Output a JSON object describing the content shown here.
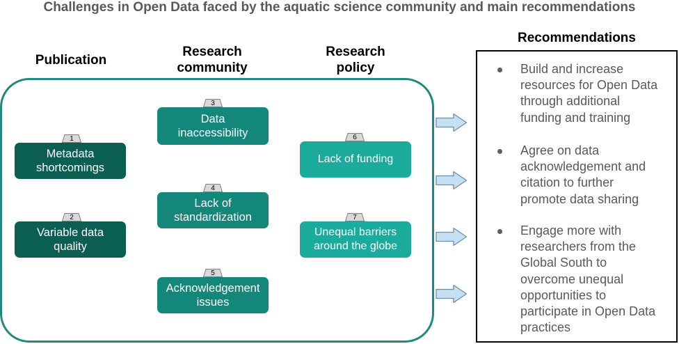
{
  "title": "Challenges in Open Data faced by the aquatic science community and main recommendations",
  "columns": {
    "publication": "Publication",
    "research_community": [
      "Research",
      "community"
    ],
    "research_policy": [
      "Research",
      "policy"
    ],
    "recommendations": "Recommendations"
  },
  "challenges": [
    {
      "num": "1",
      "lines": [
        "Metadata",
        "shortcomings"
      ]
    },
    {
      "num": "2",
      "lines": [
        "Variable data",
        "quality"
      ]
    },
    {
      "num": "3",
      "lines": [
        "Data",
        "inaccessibility"
      ]
    },
    {
      "num": "4",
      "lines": [
        "Lack of",
        "standardization"
      ]
    },
    {
      "num": "5",
      "lines": [
        "Acknowledgement",
        "issues"
      ]
    },
    {
      "num": "6",
      "lines": [
        "Lack of funding"
      ]
    },
    {
      "num": "7",
      "lines": [
        "Unequal barriers",
        "around the globe"
      ]
    }
  ],
  "recommendations": [
    [
      "Build and increase",
      "resources for Open Data",
      "through additional",
      "funding and training"
    ],
    [
      "Agree on data",
      "acknowledgement and",
      "citation to further",
      "promote data sharing"
    ],
    [
      "Engage more with",
      "researchers from the",
      "Global South to",
      "overcome unequal",
      "opportunities to",
      "participate in Open Data",
      "practices"
    ]
  ],
  "colors": {
    "panel_border": "#1f8a7c",
    "publication_box": "#0b5e52",
    "community_box": "#12877a",
    "policy_box": "#1aab9c",
    "arrow_fill": "#c5e0f2",
    "arrow_stroke": "#6a8fab",
    "title_text": "#595959",
    "recommendation_text": "#595959"
  },
  "icons": {
    "number_tab": "number-tab-icon",
    "arrow": "right-arrow-icon",
    "bullet": "bullet-icon"
  }
}
